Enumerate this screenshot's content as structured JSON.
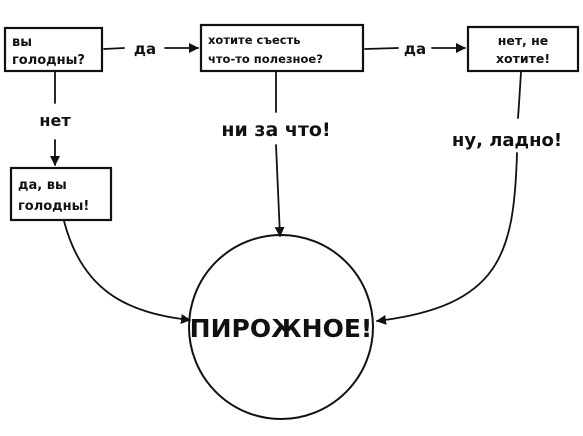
{
  "diagram": {
    "nodes": {
      "hungry": {
        "line1": "вы",
        "line2": "голодны?"
      },
      "healthy": {
        "line1": "хотите съесть",
        "line2": "что-то полезное?"
      },
      "no_dont": {
        "line1": "нет, не",
        "line2": "хотите!"
      },
      "yes_hungry": {
        "line1": "да, вы",
        "line2": "голодны!"
      },
      "cake": {
        "label": "ПИРОЖНОЕ!"
      }
    },
    "edges": {
      "hungry_to_healthy": "да",
      "healthy_to_no": "да",
      "hungry_to_yes": "нет",
      "healthy_to_cake": "ни за что!",
      "no_to_cake": "ну, ладно!"
    },
    "colors": {
      "ink": "#111111",
      "paper": "#ffffff"
    }
  }
}
